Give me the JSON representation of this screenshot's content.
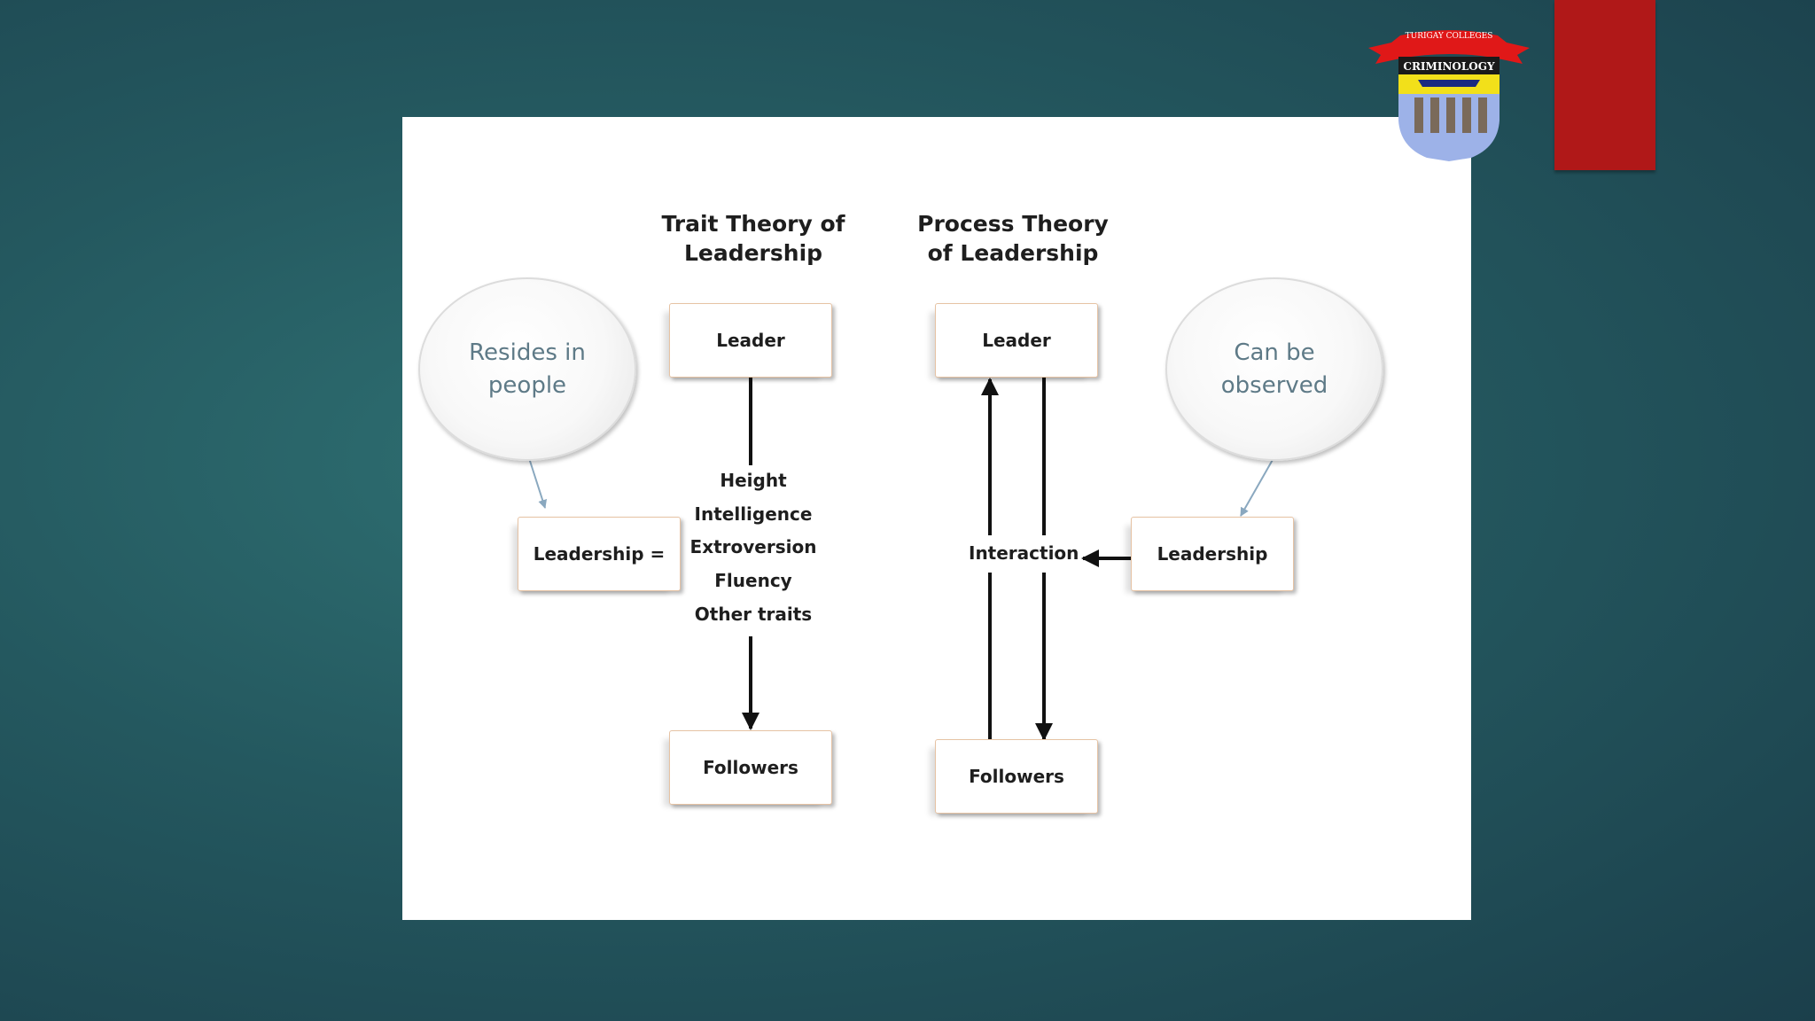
{
  "diagram": {
    "trait_title": "Trait Theory of\nLeadership",
    "process_title": "Process Theory\nof Leadership",
    "left_bubble": "Resides in\npeople",
    "right_bubble": "Can be\nobserved",
    "trait_leader": "Leader",
    "trait_followers": "Followers",
    "leadership_equals": "Leadership =",
    "traits": [
      "Height",
      "Intelligence",
      "Extroversion",
      "Fluency",
      "Other traits"
    ],
    "process_leader": "Leader",
    "process_followers": "Followers",
    "interaction": "Interaction",
    "process_leadership": "Leadership"
  },
  "logo": {
    "top_banner": "TURIGAY COLLEGES",
    "shield_text": "CRIMINOLOGY"
  },
  "colors": {
    "background": "#24585f",
    "red_tab": "#b01818",
    "box_border": "#e6c3a4",
    "bubble_text": "#5e7a87"
  }
}
